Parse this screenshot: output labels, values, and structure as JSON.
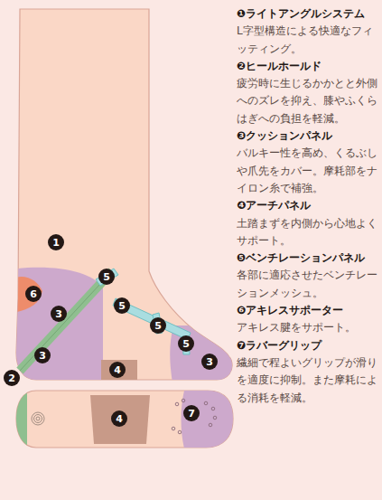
{
  "diagram": {
    "nodes": [
      {
        "text": [
          "1"
        ]
      },
      {
        "text": [
          "5"
        ]
      },
      {
        "text": [
          "6"
        ]
      },
      {
        "text": [
          "5"
        ]
      },
      {
        "text": [
          "3"
        ]
      },
      {
        "text": [
          "5"
        ]
      },
      {
        "text": [
          "5"
        ]
      },
      {
        "text": [
          "3"
        ]
      },
      {
        "text": [
          "3"
        ]
      },
      {
        "text": [
          "4"
        ]
      },
      {
        "text": [
          "2"
        ]
      },
      {
        "text": [
          "4"
        ]
      },
      {
        "text": [
          "7"
        ]
      }
    ],
    "labels": [
      "❶ライトアングルシステム",
      "L字型構造による快適なフィッティング。",
      "❷ヒールホールド",
      "疲労時に生じるかかとと外側へのズレを抑え、膝やふくらはぎへの負担を軽減。",
      "❸クッションパネル",
      "バルキー性を高め、くるぶしや爪先をカバー。摩耗部をナイロン糸で補強。",
      "❹アーチパネル",
      "土踏まずを内側から心地よくサポート。",
      "❺ベンチレーションパネル",
      "各部に適応させたベンチレーションメッシュ。",
      "❻アキレスサポーター",
      "アキレス腱をサポート。",
      "❼ラバーグリップ",
      "繊細で程よいグリップが滑りを適度に抑制。また摩耗による消耗を軽減。"
    ]
  }
}
